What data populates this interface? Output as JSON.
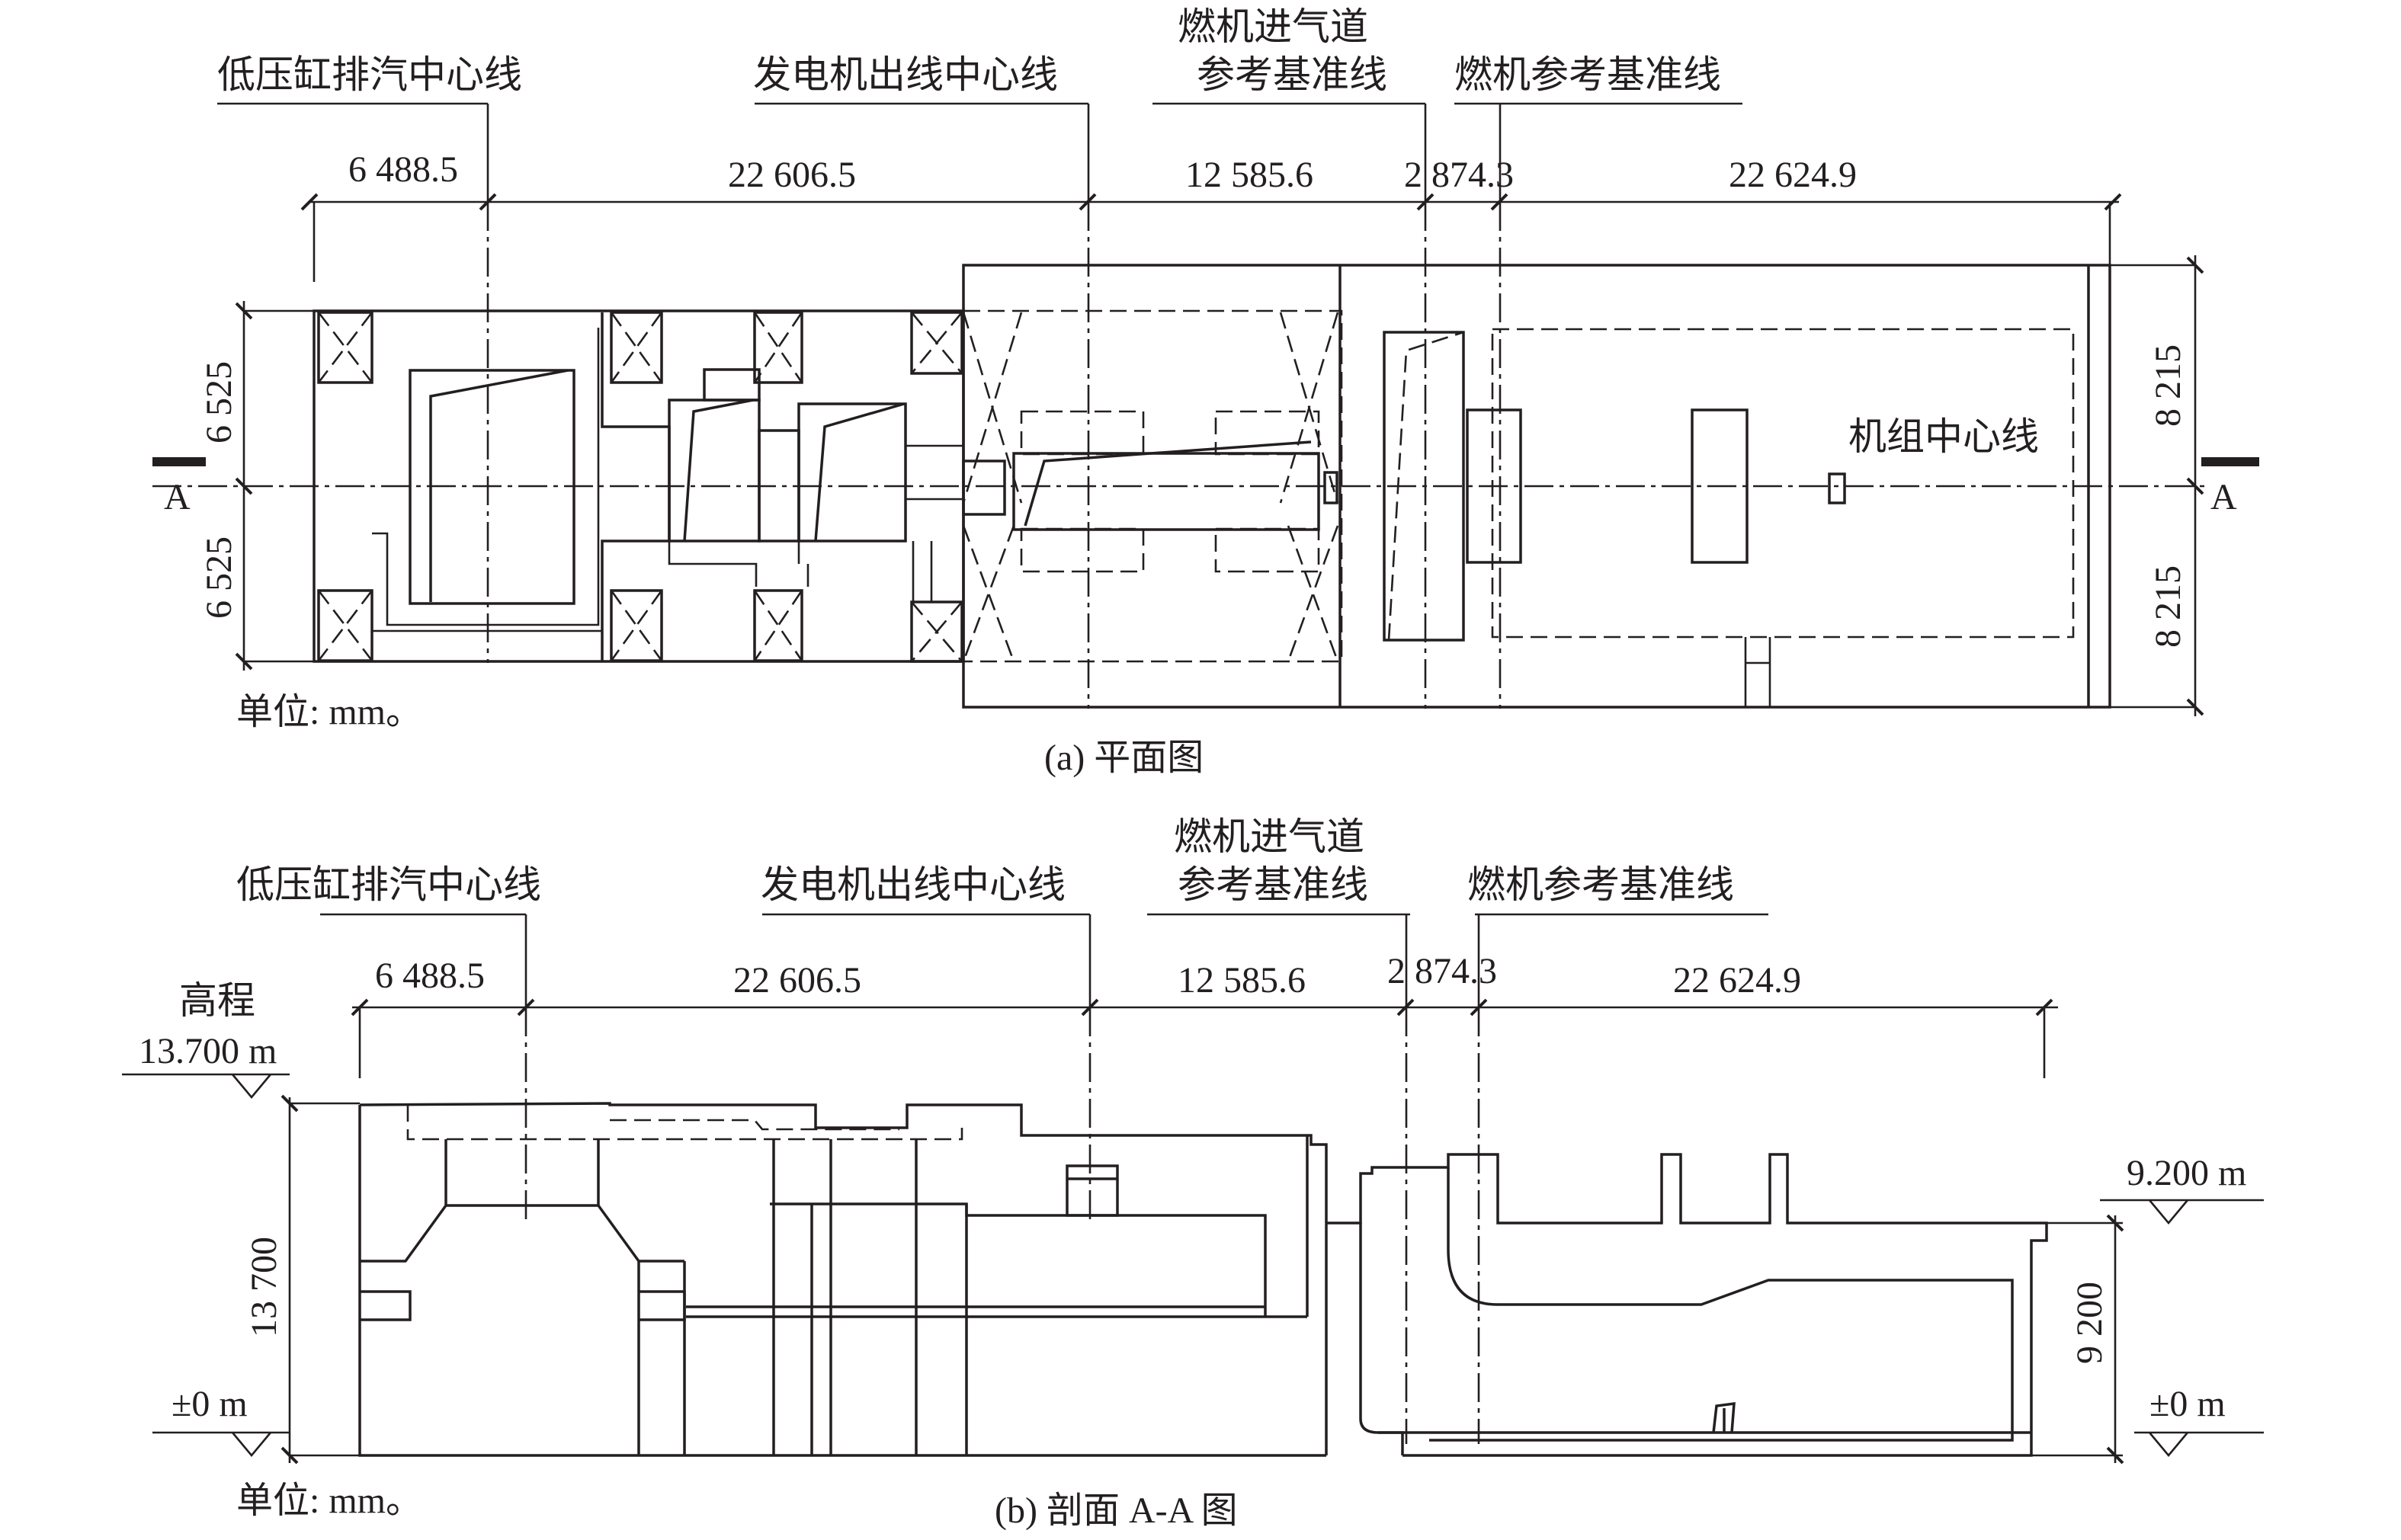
{
  "plan": {
    "labels": {
      "lp_exhaust_centerline": "低压缸排汽中心线",
      "generator_outlet_centerline": "发电机出线中心线",
      "gt_inlet_ref_line1": "燃机进气道",
      "gt_inlet_ref_line2": "参考基准线",
      "gt_ref_line": "燃机参考基准线",
      "unit_centerline": "机组中心线"
    },
    "dims_horizontal": [
      "6 488.5",
      "22 606.5",
      "12 585.6",
      "2 874.3",
      "22 624.9"
    ],
    "dims_left": [
      "6 525",
      "6 525"
    ],
    "dims_right": [
      "8 215",
      "8 215"
    ],
    "section_mark": "A",
    "unit_note": "单位: mm。",
    "caption": "(a) 平面图"
  },
  "section": {
    "labels": {
      "lp_exhaust_centerline": "低压缸排汽中心线",
      "generator_outlet_centerline": "发电机出线中心线",
      "gt_inlet_ref_line1": "燃机进气道",
      "gt_inlet_ref_line2": "参考基准线",
      "gt_ref_line": "燃机参考基准线"
    },
    "dims_horizontal": [
      "6 488.5",
      "22 606.5",
      "12 585.6",
      "2 874.3",
      "22 624.9"
    ],
    "elevation_title": "高程",
    "left_top_elevation": "13.700 m",
    "left_height": "13 700",
    "left_bottom_elevation": "±0 m",
    "right_top_elevation": "9.200 m",
    "right_height": "9 200",
    "right_bottom_elevation": "±0 m",
    "unit_note": "单位: mm。",
    "caption": "(b) 剖面 A-A 图"
  }
}
